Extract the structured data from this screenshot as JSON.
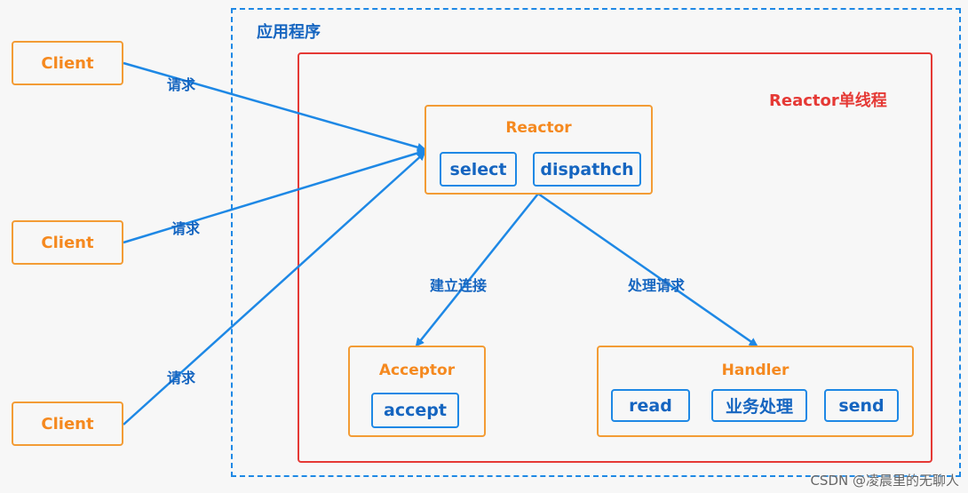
{
  "app": {
    "title": "应用程序"
  },
  "reactor_area": {
    "title": "Reactor单线程"
  },
  "clients": [
    {
      "label": "Client",
      "request_label": "请求"
    },
    {
      "label": "Client",
      "request_label": "请求"
    },
    {
      "label": "Client",
      "request_label": "请求"
    }
  ],
  "reactor": {
    "title": "Reactor",
    "select": "select",
    "dispatch": "dispathch"
  },
  "edges": {
    "to_acceptor": "建立连接",
    "to_handler": "处理请求"
  },
  "acceptor": {
    "title": "Acceptor",
    "accept": "accept"
  },
  "handler": {
    "title": "Handler",
    "read": "read",
    "business": "业务处理",
    "send": "send"
  },
  "watermark": "CSDN @凌晨里的无聊人",
  "colors": {
    "client_border": "#f39c35",
    "blue": "#1e88e5",
    "red": "#e53935"
  }
}
